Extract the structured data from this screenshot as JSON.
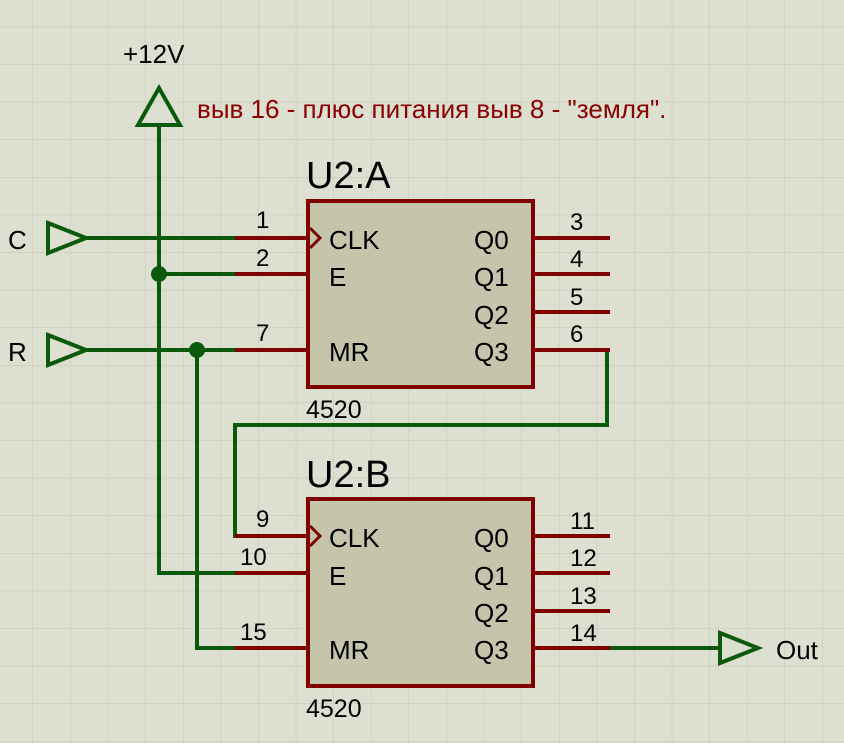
{
  "note": "выв 16 - плюс питания выв 8 - \"земля\".",
  "power": {
    "label": "+12V"
  },
  "ports": {
    "clock": "C",
    "reset": "R",
    "out": "Out"
  },
  "chip_a": {
    "ref": "U2:A",
    "part": "4520",
    "in_labels": [
      "CLK",
      "E",
      "MR"
    ],
    "in_pins": [
      "1",
      "2",
      "7"
    ],
    "out_labels": [
      "Q0",
      "Q1",
      "Q2",
      "Q3"
    ],
    "out_pins": [
      "3",
      "4",
      "5",
      "6"
    ]
  },
  "chip_b": {
    "ref": "U2:B",
    "part": "4520",
    "in_labels": [
      "CLK",
      "E",
      "MR"
    ],
    "in_pins": [
      "9",
      "10",
      "15"
    ],
    "out_labels": [
      "Q0",
      "Q1",
      "Q2",
      "Q3"
    ],
    "out_pins": [
      "11",
      "12",
      "13",
      "14"
    ]
  },
  "colors": {
    "wire": "#0b5a0b",
    "chip_fill": "#c5c5ac",
    "chip_border": "#800000",
    "note": "#8b0000",
    "grid": "#c4c4b4"
  }
}
